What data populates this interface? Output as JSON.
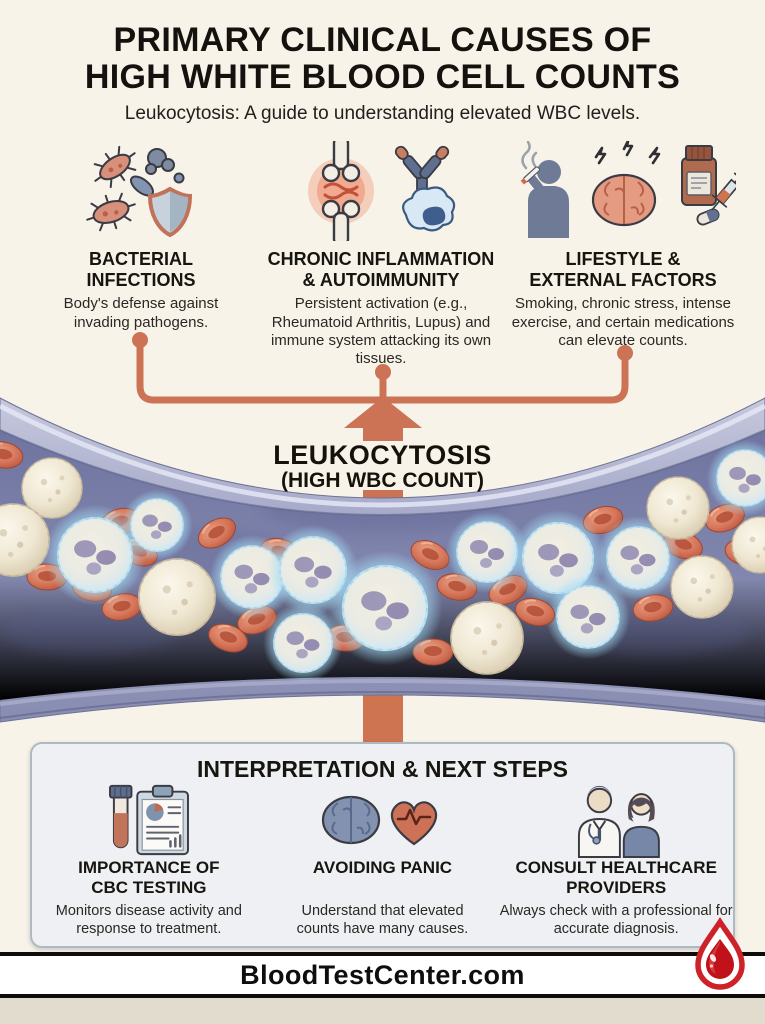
{
  "header": {
    "title": "PRIMARY CLINICAL CAUSES OF\nHIGH WHITE BLOOD CELL COUNTS",
    "subtitle": "Leukocytosis: A guide to understanding elevated WBC levels."
  },
  "causes": [
    {
      "title": "BACTERIAL\nINFECTIONS",
      "description": "Body's defense against invading pathogens.",
      "icon": "bacteria-shield-icon"
    },
    {
      "title": "CHRONIC INFLAMMATION\n& AUTOIMMUNITY",
      "description": "Persistent activation (e.g., Rheumatoid Arthritis, Lupus) and immune system attacking its own tissues.",
      "icon": "inflamed-joint-antibody-icon"
    },
    {
      "title": "LIFESTYLE &\nEXTERNAL FACTORS",
      "description": "Smoking, chronic stress, intense exercise, and certain medications can elevate counts.",
      "icon": "smoker-brain-medication-icon"
    }
  ],
  "flow": {
    "result_label": "LEUKOCYTOSIS",
    "result_sublabel": "(HIGH WBC COUNT)"
  },
  "next_steps": {
    "title": "INTERPRETATION & NEXT STEPS",
    "items": [
      {
        "title": "IMPORTANCE OF\nCBC TESTING",
        "description": "Monitors disease activity and response to treatment.",
        "icon": "test-tube-report-icon"
      },
      {
        "title": "AVOIDING PANIC",
        "description": "Understand that elevated counts have many causes.",
        "icon": "brain-heart-icon"
      },
      {
        "title": "CONSULT HEALTHCARE\nPROVIDERS",
        "description": "Always check with a professional for accurate diagnosis.",
        "icon": "doctor-patient-icon"
      }
    ]
  },
  "footer": {
    "website": "BloodTestCenter.com"
  },
  "colors": {
    "background": "#f7f3e9",
    "accent_orange": "#cc7355",
    "panel_background": "#eef0f3",
    "panel_border": "#aeb9c4",
    "bottom_strip": "#e2dcce",
    "logo_red": "#ce2128",
    "vessel_wall": "#9a9ec1",
    "vessel_interior": "#7d82aa",
    "wbc_cream": "#efe7d2",
    "wbc_glow": "#a3dcf4",
    "rbc_red": "#cd6b4e",
    "text_dark": "#14110e"
  }
}
